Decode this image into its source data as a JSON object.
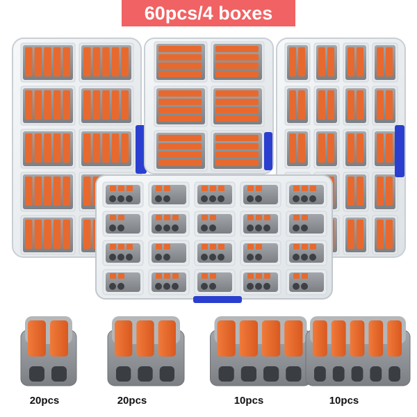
{
  "banner": {
    "text": "60pcs/4 boxes",
    "color": "#f06263"
  },
  "products": [
    {
      "poles": 2,
      "quantity_label": "20pcs"
    },
    {
      "poles": 3,
      "quantity_label": "20pcs"
    },
    {
      "poles": 4,
      "quantity_label": "10pcs"
    },
    {
      "poles": 5,
      "quantity_label": "10pcs"
    }
  ],
  "colors": {
    "lever_orange": "#e8692e",
    "body_gray": "#8a8d91",
    "case_clear": "#eef1f3",
    "clip_blue": "#2a3fd0"
  }
}
